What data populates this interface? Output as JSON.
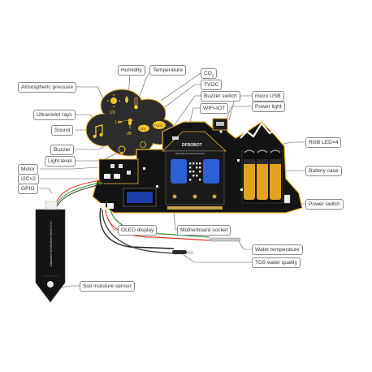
{
  "board": {
    "brand": "DFROBOT",
    "subtitle": "Micro:Environmental Science",
    "probe_text": "Capacitive Soil Moisture Sensor V1.0"
  },
  "labels": {
    "humidity": "Humidity",
    "temperature": "Temperature",
    "co2": "CO",
    "co2_sub": "2",
    "tvoc": "TVOC",
    "buzzer_switch": "Buzzer switch",
    "micro_usb": "micro USB",
    "wifi_iot": "WIFI-IOT",
    "power_light": "Power light",
    "atmospheric_pressure": "Atmospheric pressure",
    "ultraviolet_rays": "Ultraviolet rays",
    "sound": "Sound",
    "buzzer": "Buzzer",
    "light_level": "Light level",
    "motor": "Motor",
    "i2c": "I2C×2",
    "gpio": "GPIO",
    "rgb_led": "RGB LED×4",
    "battery_case": "Battery case",
    "power_switch": "Power switch",
    "oled_display": "OLED display",
    "motherboard_socket": "Motherboard socket",
    "water_temperature": "Water temperature",
    "tds_water_quality": "TDS water quality",
    "soil_moisture_sensor": "Soil moisture sensor"
  },
  "icons": {
    "uv": "UV",
    "lux": "Lux",
    "db": "dB",
    "co2": "CO₂",
    "tvoc": "TVOC"
  },
  "colors": {
    "board": "#141414",
    "edge": "#e7b53a",
    "cloud": "#2c2c2c",
    "icon": "#f2c535",
    "battery": "#e2a322",
    "label_border": "#8a8a8a",
    "leader": "#555555"
  }
}
